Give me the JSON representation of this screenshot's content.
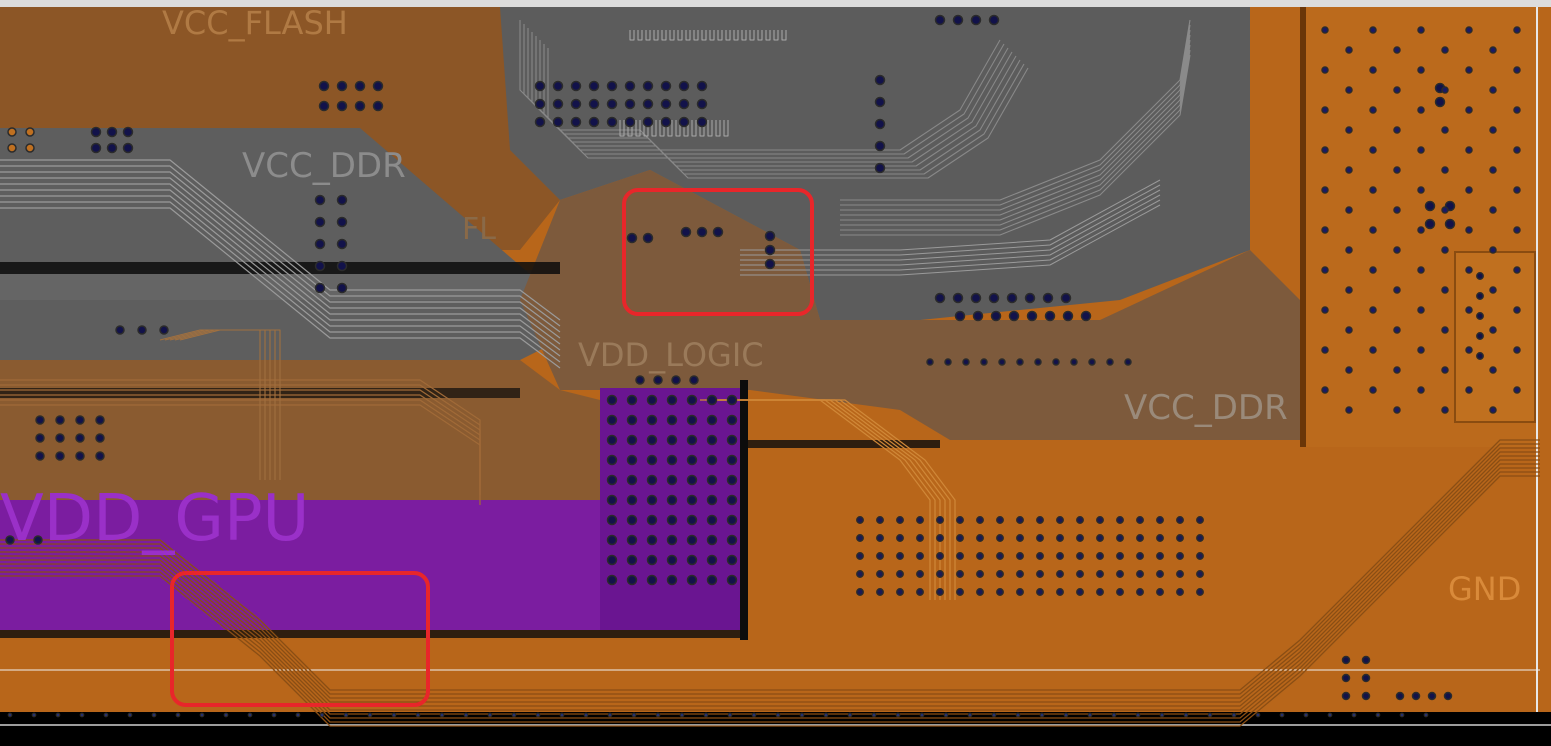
{
  "net_labels": {
    "vcc_flash": "VCC_FLASH",
    "vcc_ddr_top": "VCC_DDR",
    "vcc_ddr_right": "VCC_DDR",
    "vdd_logic": "VDD_LOGIC",
    "vdd_gpu": "VDD_GPU",
    "gnd": "GND",
    "fl": "FL"
  },
  "colors": {
    "copper": "#b86414",
    "copper_dark": "#7a3e06",
    "flash_plane": "#8a5520",
    "ddr_plane": "#606060",
    "logic_plane": "#7b5a3a",
    "gpu_plane": "#7a1a9c",
    "via_fill": "#101048",
    "via_ring": "#2a2a2a",
    "highlight": "#e8262a",
    "label_text": "#c98a4a"
  },
  "highlights": [
    "highlight-box-bga-breakout",
    "highlight-box-gpu-trace-neck"
  ]
}
